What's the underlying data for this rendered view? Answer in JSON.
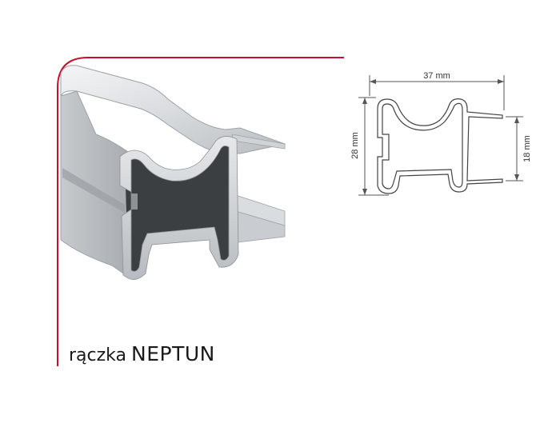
{
  "product": {
    "prefix": "rączka",
    "name": "NEPTUN"
  },
  "dimensions": {
    "width": "37 mm",
    "height": "28 mm",
    "inner_height": "18 mm"
  },
  "colors": {
    "frame_accent": "#c8102e",
    "profile_metal": "#c9ccd0",
    "profile_dark": "#3c3f42"
  }
}
